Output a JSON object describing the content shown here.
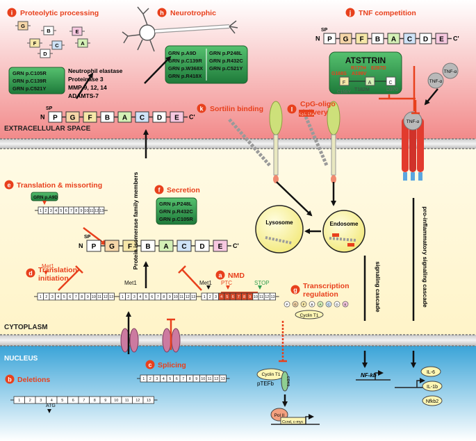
{
  "zones": {
    "extracellular": "EXTRACELLULAR SPACE",
    "cytoplasm": "CYTOPLASM",
    "nucleus": "NUCLEUS"
  },
  "panels": {
    "a": {
      "letter": "a",
      "title": "NMD"
    },
    "b": {
      "letter": "b",
      "title": "Deletions"
    },
    "c": {
      "letter": "c",
      "title": "Splicing"
    },
    "d": {
      "letter": "d",
      "title_line1": "Translation",
      "title_line2": "initiation"
    },
    "e": {
      "letter": "e",
      "title": "Translation & missorting"
    },
    "f": {
      "letter": "f",
      "title": "Secretion"
    },
    "g": {
      "letter": "g",
      "title_line1": "Transcription",
      "title_line2": "regulation"
    },
    "h": {
      "letter": "h",
      "title": "Neurotrophic"
    },
    "i": {
      "letter": "i",
      "title": "Proteolytic processing"
    },
    "j": {
      "letter": "j",
      "title": "TNF competition"
    },
    "k": {
      "letter": "k",
      "title": "Sortilin binding"
    },
    "l": {
      "letter": "l",
      "title_line1": "CpG-oligo",
      "title_line2": "delivery"
    }
  },
  "protein": {
    "sp": "SP",
    "n_term": "N",
    "c_term": "C'",
    "domains": [
      "P",
      "G",
      "F",
      "B",
      "A",
      "C",
      "D",
      "E"
    ]
  },
  "granulins": [
    "G",
    "B",
    "E",
    "F",
    "C",
    "A",
    "D"
  ],
  "proteases": [
    "Neutrophil elastase",
    "Proteinase 3",
    "MMP-9, 12, 14",
    "ADAMTS-7"
  ],
  "mutation_boxes": {
    "proteolysis": [
      "GRN p.C105R",
      "GRN p.C139R",
      "GRN p.C521Y"
    ],
    "neuro_left": [
      "GRN p.A9D",
      "GRN p.C139R",
      "GRN p.W368X",
      "GRN p.R418X"
    ],
    "neuro_right": [
      "GRN p.P248L",
      "GRN p.R432C",
      "GRN p.C521Y"
    ],
    "secretion": [
      "GRN p.P248L",
      "GRN p.R432C",
      "GRN p.C105R"
    ],
    "missorting": "GRN p.A9D"
  },
  "atsttrin": {
    "title": "ATSTTRIN",
    "red_labels": [
      "R177H",
      "G168S",
      "A199V",
      "E287D"
    ],
    "gray_labels": [
      "T182M",
      "C155Y",
      "D370"
    ]
  },
  "tnf": [
    "TNF-α",
    "TNF-α",
    "TNF-α"
  ],
  "isomerase": "Protein isomerase family members",
  "exons": {
    "e_row": [
      "1",
      "2",
      "3",
      "4",
      "5",
      "6",
      "7",
      "8",
      "9",
      "10",
      "11",
      "12",
      "13"
    ],
    "d_row": [
      "1",
      "2",
      "3",
      "4",
      "5",
      "6",
      "7",
      "8",
      "9",
      "10",
      "11",
      "12",
      "13"
    ],
    "mid_row": [
      "1",
      "2",
      "3",
      "4",
      "5",
      "6",
      "7",
      "8",
      "9",
      "10",
      "11",
      "12",
      "13"
    ],
    "nmd_row": [
      "1",
      "2",
      "3",
      "4",
      "5",
      "6",
      "7",
      "8",
      "9",
      "10",
      "11",
      "12",
      "13"
    ],
    "splice_row": [
      "1",
      "2",
      "3",
      "4",
      "5",
      "6",
      "7",
      "8",
      "9",
      "10",
      "11",
      "12",
      "13"
    ],
    "deletion_row": [
      "1",
      "2",
      "3",
      "4",
      "5",
      "6",
      "7",
      "8",
      "9",
      "10",
      "11",
      "12",
      "13"
    ]
  },
  "markers": {
    "met1": "Met1",
    "ptc": "PTC",
    "stop": "STOP",
    "atg": "ATG"
  },
  "organelles": {
    "lysosome": "Lysosome",
    "endosome": "Endosome"
  },
  "cascades": {
    "signaling": "signaling cascade",
    "proinflammatory": "pro-inflammatory signaling cascade"
  },
  "nuclear": {
    "cyclin": "Cyclin T1",
    "cdk9": "CDK9",
    "ptefb": "pTEFb",
    "pol2": "Pol II",
    "genes": "Ccnd, c-myc",
    "nfkb": "NF-kb",
    "cytokines": [
      "IL-6",
      "IL-1b",
      "Nfkb2"
    ]
  },
  "cpg_label": "CpG DNA",
  "colors": {
    "panel_badge": "#e8401c",
    "green_box": "#2f9d4f",
    "receptor": "#e23b2e",
    "arrow_red": "#e8401c"
  }
}
